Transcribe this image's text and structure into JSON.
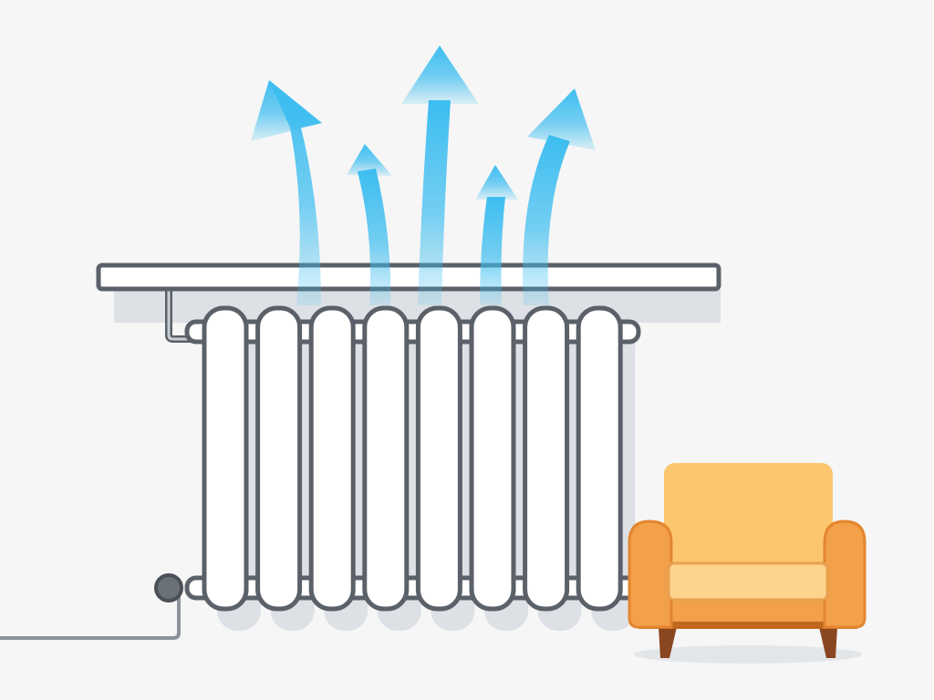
{
  "scene": {
    "subject": "radiator-with-heat-arrows-and-armchair",
    "radiator_columns": 8,
    "heat_arrows": 5
  },
  "colors": {
    "background": "#f6f6f6",
    "outline": "#5b6169",
    "radiator_fill": "#ffffff",
    "shadow": "#dde1e5",
    "arrow": "#3cbdf0",
    "chair_back": "#fbc66e",
    "chair_arm": "#f2a04a",
    "chair_cushion": "#fdd48e",
    "chair_trim": "#d9782a",
    "chair_legs": "#8a4620",
    "pipe": "#8d9299"
  },
  "icons": [
    "radiator-icon",
    "heat-arrow-icon",
    "armchair-icon",
    "valve-icon",
    "pipe-icon"
  ]
}
